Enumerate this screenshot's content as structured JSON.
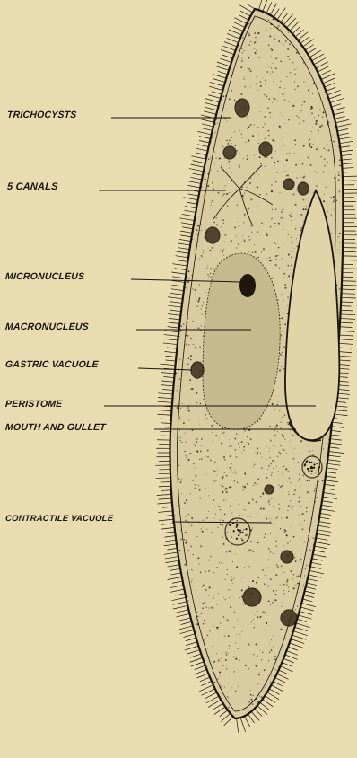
{
  "labels": {
    "trichocysts": "TRICHOCYSTS",
    "canals": "5 CANALS",
    "micronucleus": "MICRONUCLEUS",
    "macronucleus": "MACRONUCLEUS",
    "gastric_vacuole": "GASTRIC VACUOLE",
    "peristome": "PERISTOME",
    "mouth_gullet": "MOUTH AND GULLET",
    "contractile_vacuole": "CONTRACTILE VACUOLE"
  },
  "colors": {
    "paper": "#e8dcb0",
    "ink": "#1a140c",
    "body_fill": "#d8cca0"
  }
}
